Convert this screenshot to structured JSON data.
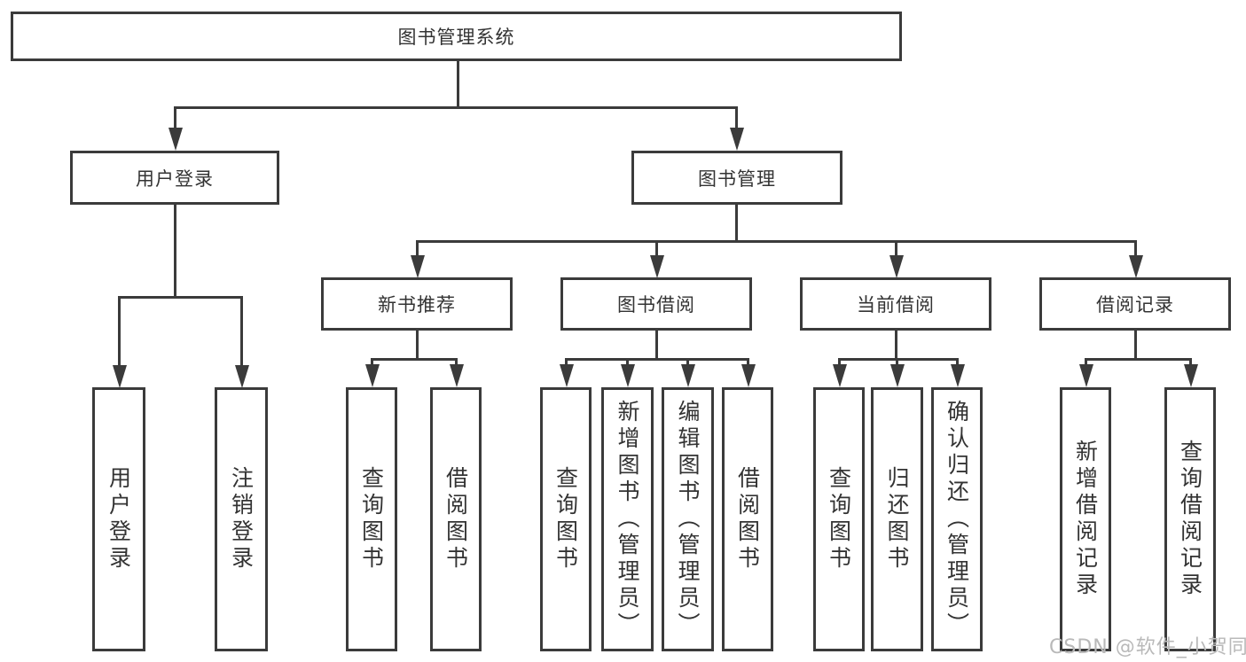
{
  "diagram": {
    "root": {
      "label": "图书管理系统"
    },
    "level2": [
      {
        "label": "用户登录"
      },
      {
        "label": "图书管理"
      }
    ],
    "level3": [
      {
        "label": "新书推荐"
      },
      {
        "label": "图书借阅"
      },
      {
        "label": "当前借阅"
      },
      {
        "label": "借阅记录"
      }
    ],
    "leaves": {
      "login": [
        {
          "label": "用户登录"
        },
        {
          "label": "注销登录"
        }
      ],
      "recommend": [
        {
          "label": "查询图书"
        },
        {
          "label": "借阅图书"
        }
      ],
      "borrow": [
        {
          "label": "查询图书"
        },
        {
          "label": "新增图书（管理员）"
        },
        {
          "label": "编辑图书（管理员）"
        },
        {
          "label": "借阅图书"
        }
      ],
      "current": [
        {
          "label": "查询图书"
        },
        {
          "label": "归还图书"
        },
        {
          "label": "确认归还（管理员）"
        }
      ],
      "records": [
        {
          "label": "新增借阅记录"
        },
        {
          "label": "查询借阅记录"
        }
      ]
    },
    "watermark": "CSDN @软件_小贺同学",
    "colors": {
      "line": "#3b3b3b",
      "text": "#333333",
      "watermark": "#b9b9b9",
      "background": "#ffffff"
    }
  }
}
